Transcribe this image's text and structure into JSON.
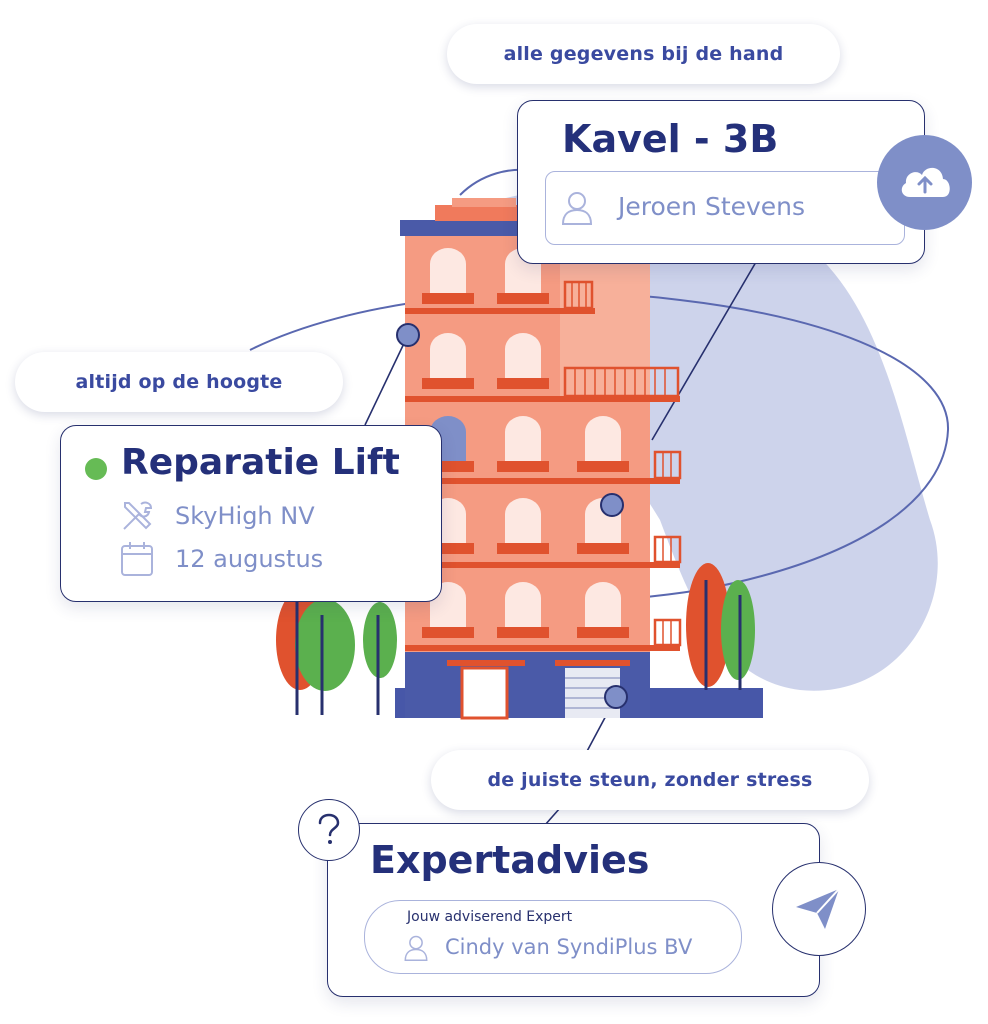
{
  "labels": {
    "top_pill": "alle gegevens bij de hand",
    "left_pill": "altijd op de hoogte",
    "bottom_pill": "de juiste steun, zonder stress"
  },
  "kavel_card": {
    "title": "Kavel - 3B",
    "owner": "Jeroen Stevens",
    "icons": [
      "user-icon",
      "cloud-upload-icon"
    ]
  },
  "repair_card": {
    "title": "Reparatie Lift",
    "status_color": "#66bb55",
    "company": "SkyHigh NV",
    "date": "12 augustus",
    "icons": [
      "tools-icon",
      "calendar-icon"
    ]
  },
  "expert_card": {
    "title": "Expertadvies",
    "caption": "Jouw adviserend Expert",
    "expert": "Cindy van SyndiPlus BV",
    "icons": [
      "question-icon",
      "user-icon",
      "send-icon"
    ]
  },
  "colors": {
    "navy": "#27306e",
    "accent": "#3a4aa0",
    "soft_blue": "#7f8fc8",
    "building": "#f59b82",
    "blob": "#c4cbe8",
    "tree_green": "#5bb04e",
    "tree_red": "#e0522e"
  }
}
